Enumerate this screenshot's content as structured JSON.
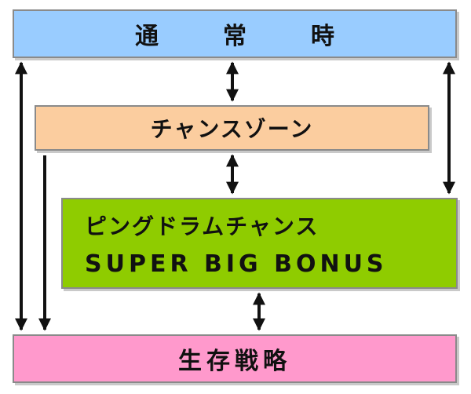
{
  "boxes": {
    "normal": {
      "label": "通　常　時",
      "color": "#99ccff"
    },
    "chance_zone": {
      "label": "チャンスゾーン",
      "color": "#fbcd9f"
    },
    "bonus": {
      "line1": "ピングドラムチャンス",
      "line2": "SUPER BIG BONUS",
      "color": "#8fcc00"
    },
    "survival": {
      "label": "生存戦略",
      "color": "#ff99cc"
    }
  },
  "connections": [
    {
      "from": "normal",
      "to": "chance_zone",
      "direction": "both"
    },
    {
      "from": "chance_zone",
      "to": "bonus",
      "direction": "both"
    },
    {
      "from": "bonus",
      "to": "survival",
      "direction": "both"
    },
    {
      "from": "normal",
      "to": "survival",
      "direction": "both"
    },
    {
      "from": "normal",
      "to": "bonus",
      "direction": "both"
    },
    {
      "from": "chance_zone",
      "to": "survival",
      "direction": "one-way"
    }
  ]
}
